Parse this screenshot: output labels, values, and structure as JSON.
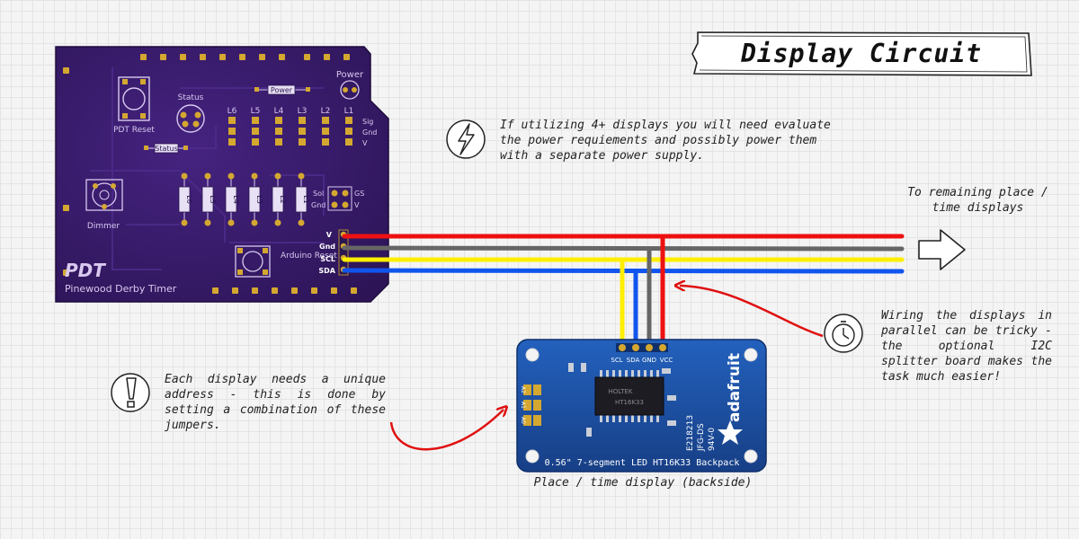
{
  "title": "Display Circuit",
  "pcb": {
    "brand": "PDT",
    "subtitle": "Pinewood Derby Timer",
    "labels": {
      "power": "Power",
      "power_box": "Power",
      "status": "Status",
      "status_box": "Status",
      "pdt_reset": "PDT Reset",
      "dimmer": "Dimmer",
      "arduino_reset": "Arduino Reset",
      "sig": "Sig",
      "gnd": "Gnd",
      "v": "V",
      "sol": "Sol",
      "gs": "GS",
      "gnd2": "Gnd",
      "v2": "V"
    },
    "lane_labels": [
      "L6",
      "L5",
      "L4",
      "L3",
      "L2",
      "L1"
    ],
    "resistor_labels": [
      "L6",
      "L5",
      "L4",
      "L3",
      "L2",
      "L1"
    ],
    "pins": [
      "V",
      "Gnd",
      "SCL",
      "SDA"
    ]
  },
  "wires": [
    {
      "name": "V",
      "color": "#ee1111"
    },
    {
      "name": "Gnd",
      "color": "#666666"
    },
    {
      "name": "SCL",
      "color": "#ffee00"
    },
    {
      "name": "SDA",
      "color": "#1155ee"
    }
  ],
  "notes": {
    "power": "If utilizing 4+ displays you will need evaluate the power requiements and possibly power them with a separate power supply.",
    "remaining": "To remaining place / time displays",
    "parallel": "Wiring the displays in parallel can be tricky - the optional I2C splitter board makes the task much easier!",
    "address": "Each display needs a unique address - this is done by setting a combination of these jumpers."
  },
  "display": {
    "pins": [
      "SCL",
      "SDA",
      "GND",
      "VCC"
    ],
    "brand": "adafruit",
    "chip": "HOLTEK",
    "chip_model": "HT16K33",
    "part_codes": [
      "E218213",
      "JFG-DS",
      "94V-0"
    ],
    "bottom_label": "0.56\" 7-segment LED HT16K33 Backpack",
    "jumpers": [
      "A2",
      "A1",
      "A0"
    ]
  },
  "caption": "Place / time display (backside)",
  "colors": {
    "pcb": "#3a1d6e",
    "display_board": "#1a4fa3",
    "gold": "#d4a830",
    "arrow_red": "#e01010"
  }
}
